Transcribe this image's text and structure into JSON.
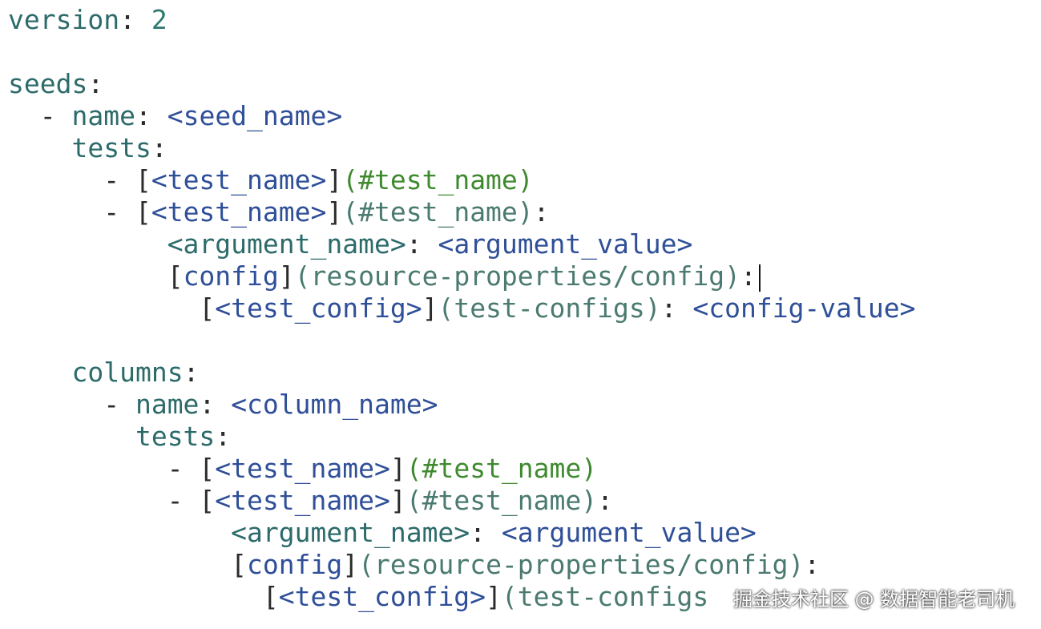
{
  "editor": {
    "lines": [
      [
        {
          "t": "version",
          "c": "key"
        },
        {
          "t": ": ",
          "c": "punct"
        },
        {
          "t": "2",
          "c": "number"
        }
      ],
      [],
      [
        {
          "t": "seeds",
          "c": "key"
        },
        {
          "t": ":",
          "c": "punct"
        }
      ],
      [
        {
          "t": "  - ",
          "c": "punct"
        },
        {
          "t": "name",
          "c": "key"
        },
        {
          "t": ": ",
          "c": "punct"
        },
        {
          "t": "<seed_name>",
          "c": "value"
        }
      ],
      [
        {
          "t": "    ",
          "c": "punct"
        },
        {
          "t": "tests",
          "c": "key"
        },
        {
          "t": ":",
          "c": "punct"
        }
      ],
      [
        {
          "t": "      - ",
          "c": "punct"
        },
        {
          "t": "[",
          "c": "bracket"
        },
        {
          "t": "<test_name>",
          "c": "value"
        },
        {
          "t": "]",
          "c": "bracket"
        },
        {
          "t": "(#test_name)",
          "c": "anchor"
        }
      ],
      [
        {
          "t": "      - ",
          "c": "punct"
        },
        {
          "t": "[",
          "c": "bracket"
        },
        {
          "t": "<test_name>",
          "c": "value"
        },
        {
          "t": "]",
          "c": "bracket"
        },
        {
          "t": "(#test_name)",
          "c": "link"
        },
        {
          "t": ":",
          "c": "punct"
        }
      ],
      [
        {
          "t": "          ",
          "c": "punct"
        },
        {
          "t": "<argument_name>",
          "c": "key"
        },
        {
          "t": ": ",
          "c": "punct"
        },
        {
          "t": "<argument_value>",
          "c": "value"
        }
      ],
      [
        {
          "t": "          ",
          "c": "punct"
        },
        {
          "t": "[",
          "c": "bracket"
        },
        {
          "t": "config",
          "c": "value"
        },
        {
          "t": "]",
          "c": "bracket"
        },
        {
          "t": "(resource-properties/config)",
          "c": "link"
        },
        {
          "t": ":",
          "c": "punct"
        },
        {
          "t": "",
          "c": "caret"
        }
      ],
      [
        {
          "t": "            ",
          "c": "punct"
        },
        {
          "t": "[",
          "c": "bracket"
        },
        {
          "t": "<test_config>",
          "c": "value"
        },
        {
          "t": "]",
          "c": "bracket"
        },
        {
          "t": "(test-configs)",
          "c": "link"
        },
        {
          "t": ": ",
          "c": "punct"
        },
        {
          "t": "<config-value>",
          "c": "value"
        }
      ],
      [],
      [
        {
          "t": "    ",
          "c": "punct"
        },
        {
          "t": "columns",
          "c": "key"
        },
        {
          "t": ":",
          "c": "punct"
        }
      ],
      [
        {
          "t": "      - ",
          "c": "punct"
        },
        {
          "t": "name",
          "c": "key"
        },
        {
          "t": ": ",
          "c": "punct"
        },
        {
          "t": "<column_name>",
          "c": "value"
        }
      ],
      [
        {
          "t": "        ",
          "c": "punct"
        },
        {
          "t": "tests",
          "c": "key"
        },
        {
          "t": ":",
          "c": "punct"
        }
      ],
      [
        {
          "t": "          - ",
          "c": "punct"
        },
        {
          "t": "[",
          "c": "bracket"
        },
        {
          "t": "<test_name>",
          "c": "value"
        },
        {
          "t": "]",
          "c": "bracket"
        },
        {
          "t": "(#test_name)",
          "c": "anchor"
        }
      ],
      [
        {
          "t": "          - ",
          "c": "punct"
        },
        {
          "t": "[",
          "c": "bracket"
        },
        {
          "t": "<test_name>",
          "c": "value"
        },
        {
          "t": "]",
          "c": "bracket"
        },
        {
          "t": "(#test_name)",
          "c": "link"
        },
        {
          "t": ":",
          "c": "punct"
        }
      ],
      [
        {
          "t": "              ",
          "c": "punct"
        },
        {
          "t": "<argument_name>",
          "c": "key"
        },
        {
          "t": ": ",
          "c": "punct"
        },
        {
          "t": "<argument_value>",
          "c": "value"
        }
      ],
      [
        {
          "t": "              ",
          "c": "punct"
        },
        {
          "t": "[",
          "c": "bracket"
        },
        {
          "t": "config",
          "c": "value"
        },
        {
          "t": "]",
          "c": "bracket"
        },
        {
          "t": "(resource-properties/config)",
          "c": "link"
        },
        {
          "t": ":",
          "c": "punct"
        }
      ],
      [
        {
          "t": "                ",
          "c": "punct"
        },
        {
          "t": "[",
          "c": "bracket"
        },
        {
          "t": "<test_config>",
          "c": "value"
        },
        {
          "t": "]",
          "c": "bracket"
        },
        {
          "t": "(test-configs",
          "c": "link"
        }
      ]
    ]
  },
  "watermark": "掘金技术社区 @ 数据智能老司机",
  "colors": {
    "key": "#2d6b6b",
    "value": "#2f4f98",
    "anchor": "#3f8a2f",
    "link": "#4a7a70",
    "punct": "#2b2b2b",
    "background": "#ffffff"
  }
}
